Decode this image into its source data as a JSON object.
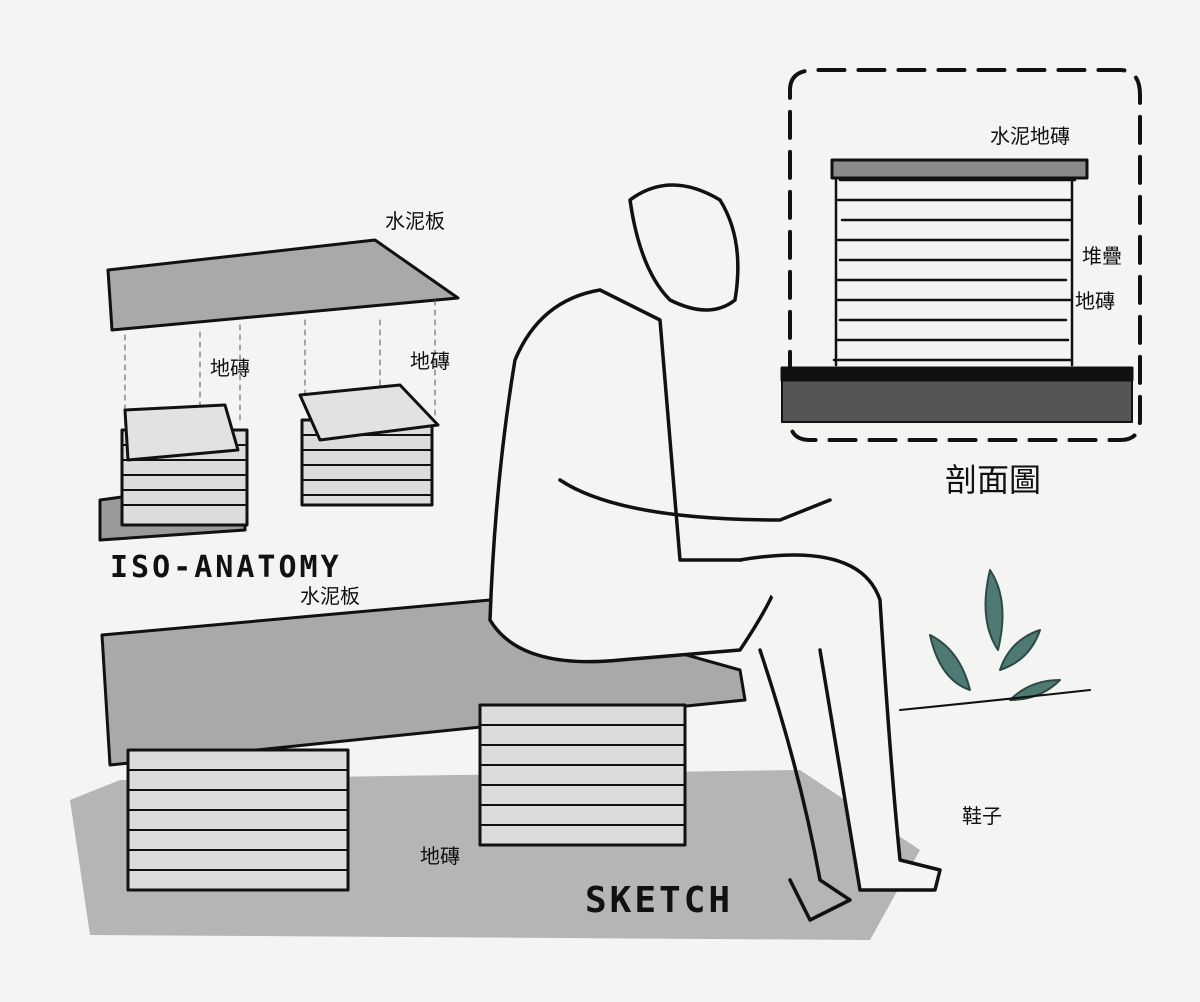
{
  "iso": {
    "title": "ISO-ANATOMY",
    "slab_label": "水泥板",
    "tile_label_left": "地磚",
    "tile_label_right": "地磚"
  },
  "section": {
    "title": "剖面圖",
    "top_label": "水泥地磚",
    "stack_label_1": "堆疊",
    "stack_label_2": "地磚"
  },
  "sketch": {
    "title": "SKETCH",
    "slab_label": "水泥板",
    "tile_label": "地磚",
    "shoe_label": "鞋子"
  },
  "colors": {
    "paper": "#f4f4f2",
    "slab": "#a9a9a7",
    "shadow": "#b5b5b3",
    "ink": "#111111",
    "plant": "#4f7a74"
  }
}
